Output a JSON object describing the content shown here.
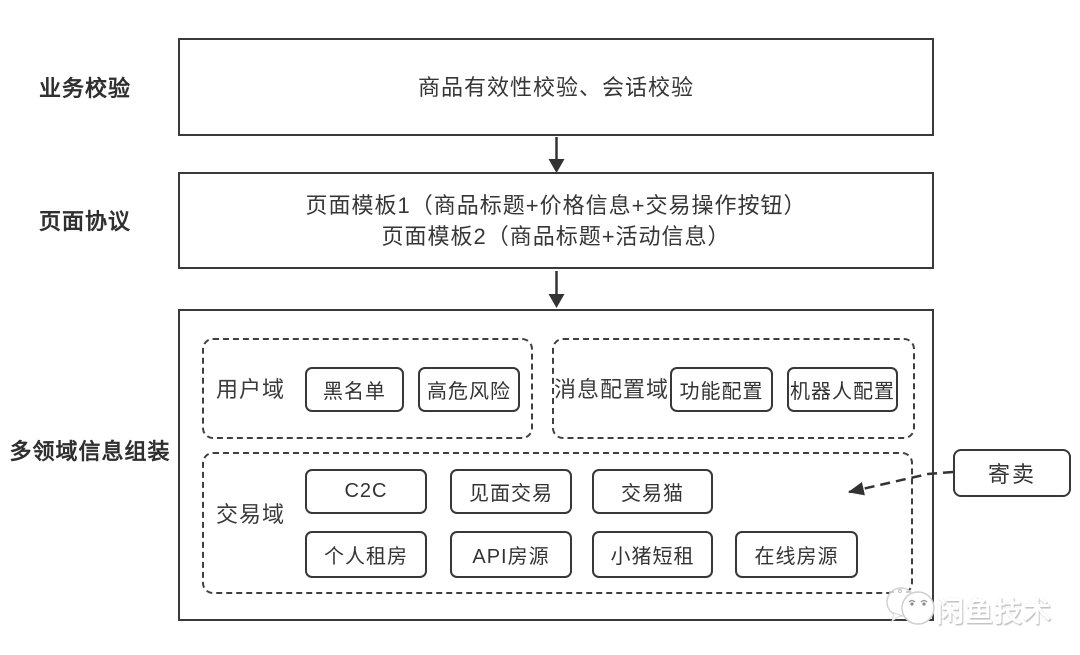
{
  "diagram": {
    "row1": {
      "label": "业务校验",
      "box_text": "商品有效性校验、会话校验"
    },
    "row2": {
      "label": "页面协议",
      "line1": "页面模板1（商品标题+价格信息+交易操作按钮）",
      "line2": "页面模板2（商品标题+活动信息）"
    },
    "row3": {
      "label": "多领域信息组装"
    },
    "user_domain": {
      "label": "用户域",
      "items": [
        "黑名单",
        "高危风险"
      ]
    },
    "message_domain": {
      "label": "消息配置域",
      "items": [
        "功能配置",
        "机器人配置"
      ]
    },
    "trade_domain": {
      "label": "交易域",
      "row1": [
        "C2C",
        "见面交易",
        "交易猫"
      ],
      "row2": [
        "个人租房",
        "API房源",
        "小猪短租",
        "在线房源"
      ]
    },
    "consignment": {
      "label": "寄卖"
    }
  },
  "watermark": {
    "text": "闲鱼技术",
    "logo": "xianyu-fish-logo"
  },
  "colors": {
    "stroke": "#3a3a3a",
    "background": "#ffffff",
    "watermark_text": "#ffffff",
    "watermark_shadow": "#c2c2c2"
  }
}
